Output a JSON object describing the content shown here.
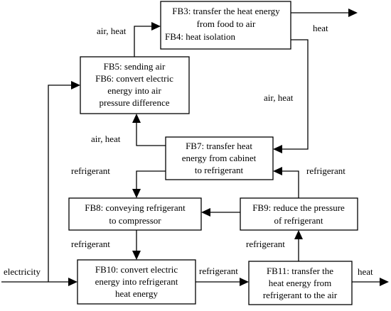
{
  "blocks": {
    "fb3": {
      "lines": [
        "FB3: transfer the heat energy",
        "from food to air",
        "FB4: heat isolation"
      ]
    },
    "fb5": {
      "lines": [
        "FB5: sending air",
        "FB6: convert electric",
        "energy into air",
        "pressure difference"
      ]
    },
    "fb7": {
      "lines": [
        "FB7: transfer heat",
        "energy from cabinet",
        "to refrigerant"
      ]
    },
    "fb8": {
      "lines": [
        "FB8: conveying refrigerant",
        "to compressor"
      ]
    },
    "fb9": {
      "lines": [
        "FB9: reduce the pressure",
        "of refrigerant"
      ]
    },
    "fb10": {
      "lines": [
        "FB10: convert electric",
        "energy into refrigerant",
        "heat energy"
      ]
    },
    "fb11": {
      "lines": [
        "FB11: transfer the",
        "heat energy from",
        "refrigerant to the air"
      ]
    }
  },
  "flows": {
    "air_heat_fb5_to_fb3": "air, heat",
    "heat_out_fb3": "heat",
    "air_heat_fb3_to_fb7": "air, heat",
    "air_heat_fb7_to_fb5": "air, heat",
    "refrigerant_fb7_to_fb8": "refrigerant",
    "refrigerant_fb9_to_fb7": "refrigerant",
    "refrigerant_fb8_to_fb10": "refrigerant",
    "refrigerant_fb11_to_fb9": "refrigerant",
    "refrigerant_fb10_to_fb11": "refrigerant",
    "electricity_in": "electricity",
    "heat_out_fb11": "heat"
  }
}
